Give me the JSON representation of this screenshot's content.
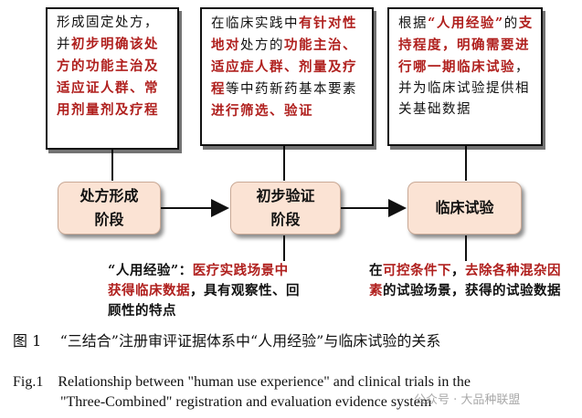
{
  "boxes": {
    "box1": [
      {
        "t": "形成固定处方，",
        "h": false
      },
      {
        "t": "并",
        "h": false
      },
      {
        "t": "初步明确该处方的功能主治及适应证人群、常用剂量剂及疗程",
        "h": true
      }
    ],
    "box2": [
      {
        "t": "在临床实践中",
        "h": false
      },
      {
        "t": "有针对性地对",
        "h": true
      },
      {
        "t": "处方的",
        "h": false
      },
      {
        "t": "功能主治、适应症人群、剂量及疗程",
        "h": true
      },
      {
        "t": "等中药新药基本要素",
        "h": false
      },
      {
        "t": "进行筛选、验证",
        "h": true
      }
    ],
    "box3": [
      {
        "t": "根据",
        "h": false
      },
      {
        "t": "“人用经验”",
        "h": true
      },
      {
        "t": "的",
        "h": false
      },
      {
        "t": "支持程度，明确需要进行哪一期临床试验",
        "h": true
      },
      {
        "t": "，并为临床试验提供相关基础数据",
        "h": false
      }
    ]
  },
  "stages": {
    "stage1": "处方形成\n阶段",
    "stage2": "初步验证\n阶段",
    "stage3": "临床试验"
  },
  "notes": {
    "note1": [
      {
        "t": "“人用经验”：",
        "h": false
      },
      {
        "t": "医疗实践场景中获得临床数据",
        "h": true
      },
      {
        "t": "，具有观察性、回顾性的特点",
        "h": false
      }
    ],
    "note2": [
      {
        "t": "在",
        "h": false
      },
      {
        "t": "可控条件下",
        "h": true
      },
      {
        "t": "，",
        "h": false
      },
      {
        "t": "去除各种混杂因素",
        "h": true
      },
      {
        "t": "的试验场景，获得的试验数据",
        "h": false
      }
    ]
  },
  "captions": {
    "cn": "图 1    “三结合”注册审评证据体系中“人用经验”与临床试验的关系",
    "en_line1": "Fig.1    Relationship between \"human use experience\" and clinical trials in the",
    "en_line2": "\"Three-Combined\" registration and evaluation evidence system"
  },
  "watermark": "公众号 · 大品种联盟",
  "colors": {
    "highlight": "#b0201e",
    "stage_fill": "#fbe3d4"
  }
}
